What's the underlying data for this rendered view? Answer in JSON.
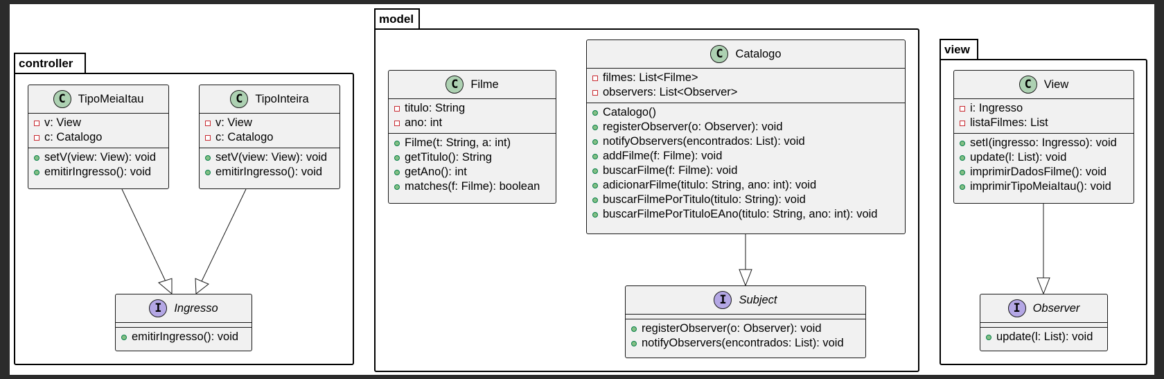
{
  "packages": {
    "controller": {
      "label": "controller"
    },
    "model": {
      "label": "model"
    },
    "view": {
      "label": "view"
    }
  },
  "classes": {
    "tipoMeiaItau": {
      "name": "TipoMeiaItau",
      "kind": "C",
      "fields": [
        "v: View",
        "c: Catalogo"
      ],
      "methods": [
        "setV(view: View): void",
        "emitirIngresso(): void"
      ]
    },
    "tipoInteira": {
      "name": "TipoInteira",
      "kind": "C",
      "fields": [
        "v: View",
        "c: Catalogo"
      ],
      "methods": [
        "setV(view: View): void",
        "emitirIngresso(): void"
      ]
    },
    "ingresso": {
      "name": "Ingresso",
      "kind": "I",
      "methods": [
        "emitirIngresso(): void"
      ]
    },
    "filme": {
      "name": "Filme",
      "kind": "C",
      "fields": [
        "titulo: String",
        "ano: int"
      ],
      "methods": [
        "Filme(t: String, a: int)",
        "getTitulo(): String",
        "getAno(): int",
        "matches(f: Filme): boolean"
      ]
    },
    "catalogo": {
      "name": "Catalogo",
      "kind": "C",
      "fields": [
        "filmes: List<Filme>",
        "observers: List<Observer>"
      ],
      "methods": [
        "Catalogo()",
        "registerObserver(o: Observer): void",
        "notifyObservers(encontrados: List): void",
        "addFilme(f: Filme): void",
        "buscarFilme(f: Filme): void",
        "adicionarFilme(titulo: String, ano: int): void",
        "buscarFilmePorTitulo(titulo: String): void",
        "buscarFilmePorTituloEAno(titulo: String, ano: int): void"
      ]
    },
    "subject": {
      "name": "Subject",
      "kind": "I",
      "methods": [
        "registerObserver(o: Observer): void",
        "notifyObservers(encontrados: List): void"
      ]
    },
    "view": {
      "name": "View",
      "kind": "C",
      "fields": [
        "i: Ingresso",
        "listaFilmes: List"
      ],
      "methods": [
        "setI(ingresso: Ingresso): void",
        "update(l: List): void",
        "imprimirDadosFilme(): void",
        "imprimirTipoMeiaItau(): void"
      ]
    },
    "observer": {
      "name": "Observer",
      "kind": "I",
      "methods": [
        "update(l: List): void"
      ]
    }
  },
  "relations": [
    {
      "from": "TipoMeiaItau",
      "to": "Ingresso",
      "type": "realization"
    },
    {
      "from": "TipoInteira",
      "to": "Ingresso",
      "type": "realization"
    },
    {
      "from": "Catalogo",
      "to": "Subject",
      "type": "realization"
    },
    {
      "from": "View",
      "to": "Observer",
      "type": "realization"
    }
  ],
  "colors": {
    "class_badge": "#add1b2",
    "interface_badge": "#b4a7e5",
    "private_marker": "#c82930",
    "public_marker": "#84be84",
    "class_fill": "#f1f1f1"
  }
}
